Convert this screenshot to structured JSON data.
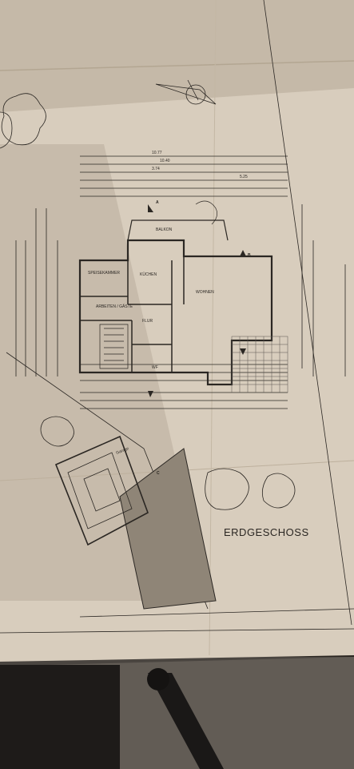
{
  "plan": {
    "title": "ERDGESCHOSS",
    "rooms": {
      "balkon": "BALKON",
      "speisekammer": "SPEISEKAMMER",
      "kuechen": "KÜCHEN",
      "wohnen": "WOHNEN",
      "arbeiten": "ARBEITEN / GÄSTE",
      "flur": "FLUR",
      "wf": "WF",
      "garage": "Garage"
    },
    "section_marks": [
      "A",
      "B",
      "C"
    ],
    "dimensions_top": [
      "10.77",
      "10.40",
      "3.74",
      "5.25"
    ]
  },
  "colors": {
    "paper": "#d9cfc0",
    "shadow": "#9e9281",
    "ink": "#2b2723",
    "floor": "#3a3633"
  }
}
